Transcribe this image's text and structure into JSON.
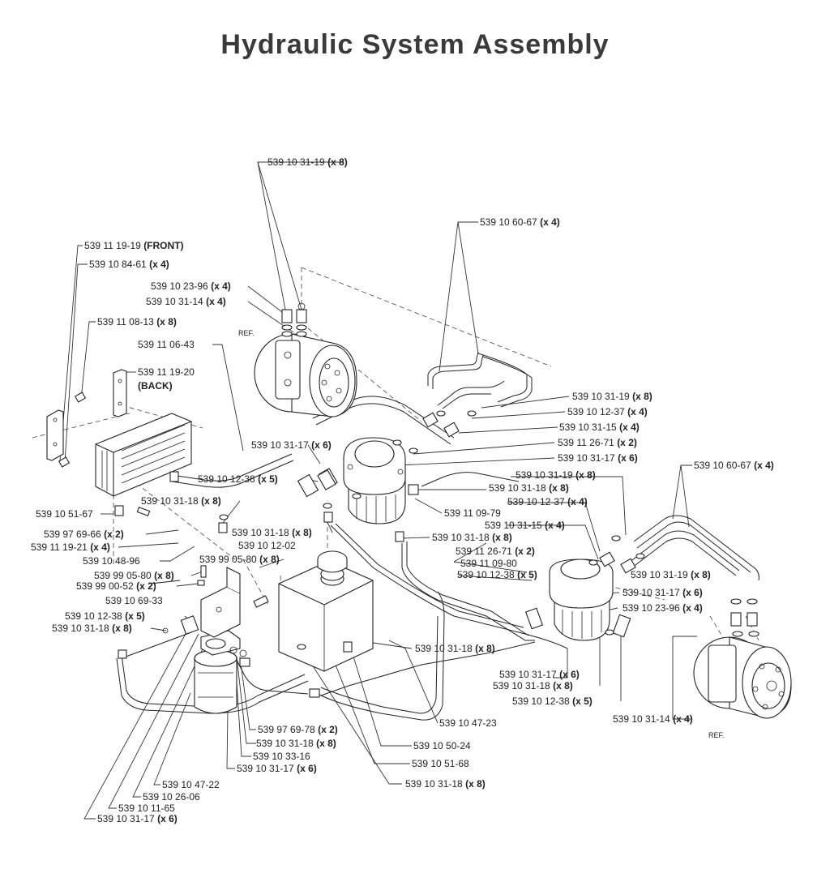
{
  "title": "Hydraulic System Assembly",
  "callouts": [
    {
      "part": "539 10 31-19",
      "qty": "(x 8)"
    },
    {
      "part": "539 10 60-67",
      "qty": "(x 4)"
    },
    {
      "part": "539 11 19-19",
      "qty": "(FRONT)"
    },
    {
      "part": "539 10 84-61",
      "qty": "(x 4)"
    },
    {
      "part": "539 10 23-96",
      "qty": "(x 4)"
    },
    {
      "part": "539 10 31-14",
      "qty": "(x 4)"
    },
    {
      "part": "REF.",
      "qty": ""
    },
    {
      "part": "539 11 08-13",
      "qty": "(x 8)"
    },
    {
      "part": "539 11 06-43",
      "qty": ""
    },
    {
      "part": "539 11 19-20",
      "qty": "(BACK)"
    },
    {
      "part": "539 10 31-19",
      "qty": "(x 8)"
    },
    {
      "part": "539 10 12-37",
      "qty": "(x 4)"
    },
    {
      "part": "539 10 31-15",
      "qty": "(x 4)"
    },
    {
      "part": "539 10 31-17",
      "qty": "(x 6)"
    },
    {
      "part": "539 11 26-71",
      "qty": "(x 2)"
    },
    {
      "part": "539 10 31-17",
      "qty": "(x 6)"
    },
    {
      "part": "539 10 60-67",
      "qty": "(x 4)"
    },
    {
      "part": "539 10 12-38",
      "qty": "(x 5)"
    },
    {
      "part": "539 10 31-19",
      "qty": "(x 8)"
    },
    {
      "part": "539 10 31-18",
      "qty": "(x 8)"
    },
    {
      "part": "539 10 51-67",
      "qty": ""
    },
    {
      "part": "539 10 31-18",
      "qty": "(x 8)"
    },
    {
      "part": "539 10 12-37",
      "qty": "(x 4)"
    },
    {
      "part": "539 11 09-79",
      "qty": ""
    },
    {
      "part": "539 97 69-66",
      "qty": "(x 2)"
    },
    {
      "part": "539 10 31-18",
      "qty": "(x 8)"
    },
    {
      "part": "539 10 31-15",
      "qty": "(x 4)"
    },
    {
      "part": "539 11 19-21",
      "qty": "(x 4)"
    },
    {
      "part": "539 10 12-02",
      "qty": ""
    },
    {
      "part": "539 10 31-18",
      "qty": "(x 8)"
    },
    {
      "part": "539 10 48-96",
      "qty": ""
    },
    {
      "part": "539 99 05-80",
      "qty": "(x 8)"
    },
    {
      "part": "539 11 26-71",
      "qty": "(x 2)"
    },
    {
      "part": "539 11 09-80",
      "qty": ""
    },
    {
      "part": "539 99 05-80",
      "qty": "(x 8)"
    },
    {
      "part": "539 10 12-38",
      "qty": "(x 5)"
    },
    {
      "part": "539 10 31-19",
      "qty": "(x 8)"
    },
    {
      "part": "539 99 00-52",
      "qty": "(x 2)"
    },
    {
      "part": "539 10 69-33",
      "qty": ""
    },
    {
      "part": "539 10 31-17",
      "qty": "(x 6)"
    },
    {
      "part": "539 10 12-38",
      "qty": "(x 5)"
    },
    {
      "part": "539 10 23-96",
      "qty": "(x 4)"
    },
    {
      "part": "539 10 31-18",
      "qty": "(x 8)"
    },
    {
      "part": "539 10 31-18",
      "qty": "(x 8)"
    },
    {
      "part": "539 10 31-17",
      "qty": "(x 6)"
    },
    {
      "part": "539 10 31-18",
      "qty": "(x 8)"
    },
    {
      "part": "539 10 12-38",
      "qty": "(x 5)"
    },
    {
      "part": "539 10 31-14",
      "qty": "(x 4)"
    },
    {
      "part": "REF.",
      "qty": ""
    },
    {
      "part": "539 10 47-23",
      "qty": ""
    },
    {
      "part": "539 97 69-78",
      "qty": "(x 2)"
    },
    {
      "part": "539 10 31-18",
      "qty": "(x 8)"
    },
    {
      "part": "539 10 50-24",
      "qty": ""
    },
    {
      "part": "539 10 33-16",
      "qty": ""
    },
    {
      "part": "539 10 51-68",
      "qty": ""
    },
    {
      "part": "539 10 31-17",
      "qty": "(x 6)"
    },
    {
      "part": "539 10 31-18",
      "qty": "(x 8)"
    },
    {
      "part": "539 10 47-22",
      "qty": ""
    },
    {
      "part": "539 10 26-06",
      "qty": ""
    },
    {
      "part": "539 10 11-65",
      "qty": ""
    },
    {
      "part": "539 10 31-17",
      "qty": "(x 6)"
    }
  ]
}
